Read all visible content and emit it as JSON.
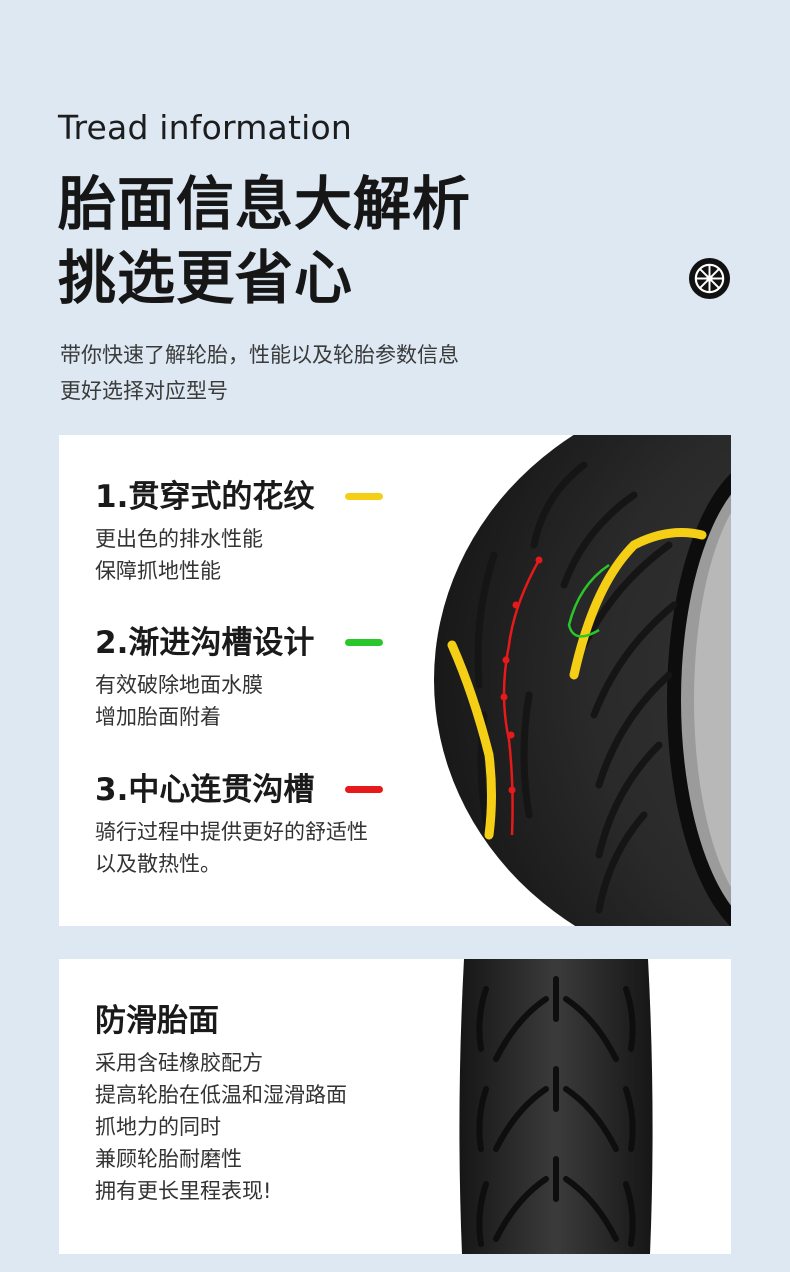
{
  "header": {
    "eyebrow": "Tread information",
    "title_line1": "胎面信息大解析",
    "title_line2": "挑选更省心",
    "intro_line1": "带你快速了解轮胎，性能以及轮胎参数信息",
    "intro_line2": "更好选择对应型号"
  },
  "features": [
    {
      "title": "1.贯穿式的花纹",
      "line1": "更出色的排水性能",
      "line2": "保障抓地性能",
      "color": "#f4cf16"
    },
    {
      "title": "2.渐进沟槽设计",
      "line1": "有效破除地面水膜",
      "line2": "增加胎面附着",
      "color": "#2ac72a"
    },
    {
      "title": "3.中心连贯沟槽",
      "line1": "骑行过程中提供更好的舒适性",
      "line2": "以及散热性。",
      "color": "#e61a1a"
    }
  ],
  "grip": {
    "title": "防滑胎面",
    "lines": [
      "采用含硅橡胶配方",
      "提高轮胎在低温和湿滑路面",
      "抓地力的同时",
      "兼顾轮胎耐磨性",
      "拥有更长里程表现!"
    ]
  },
  "icons": {
    "wheel": "wheel-icon"
  }
}
